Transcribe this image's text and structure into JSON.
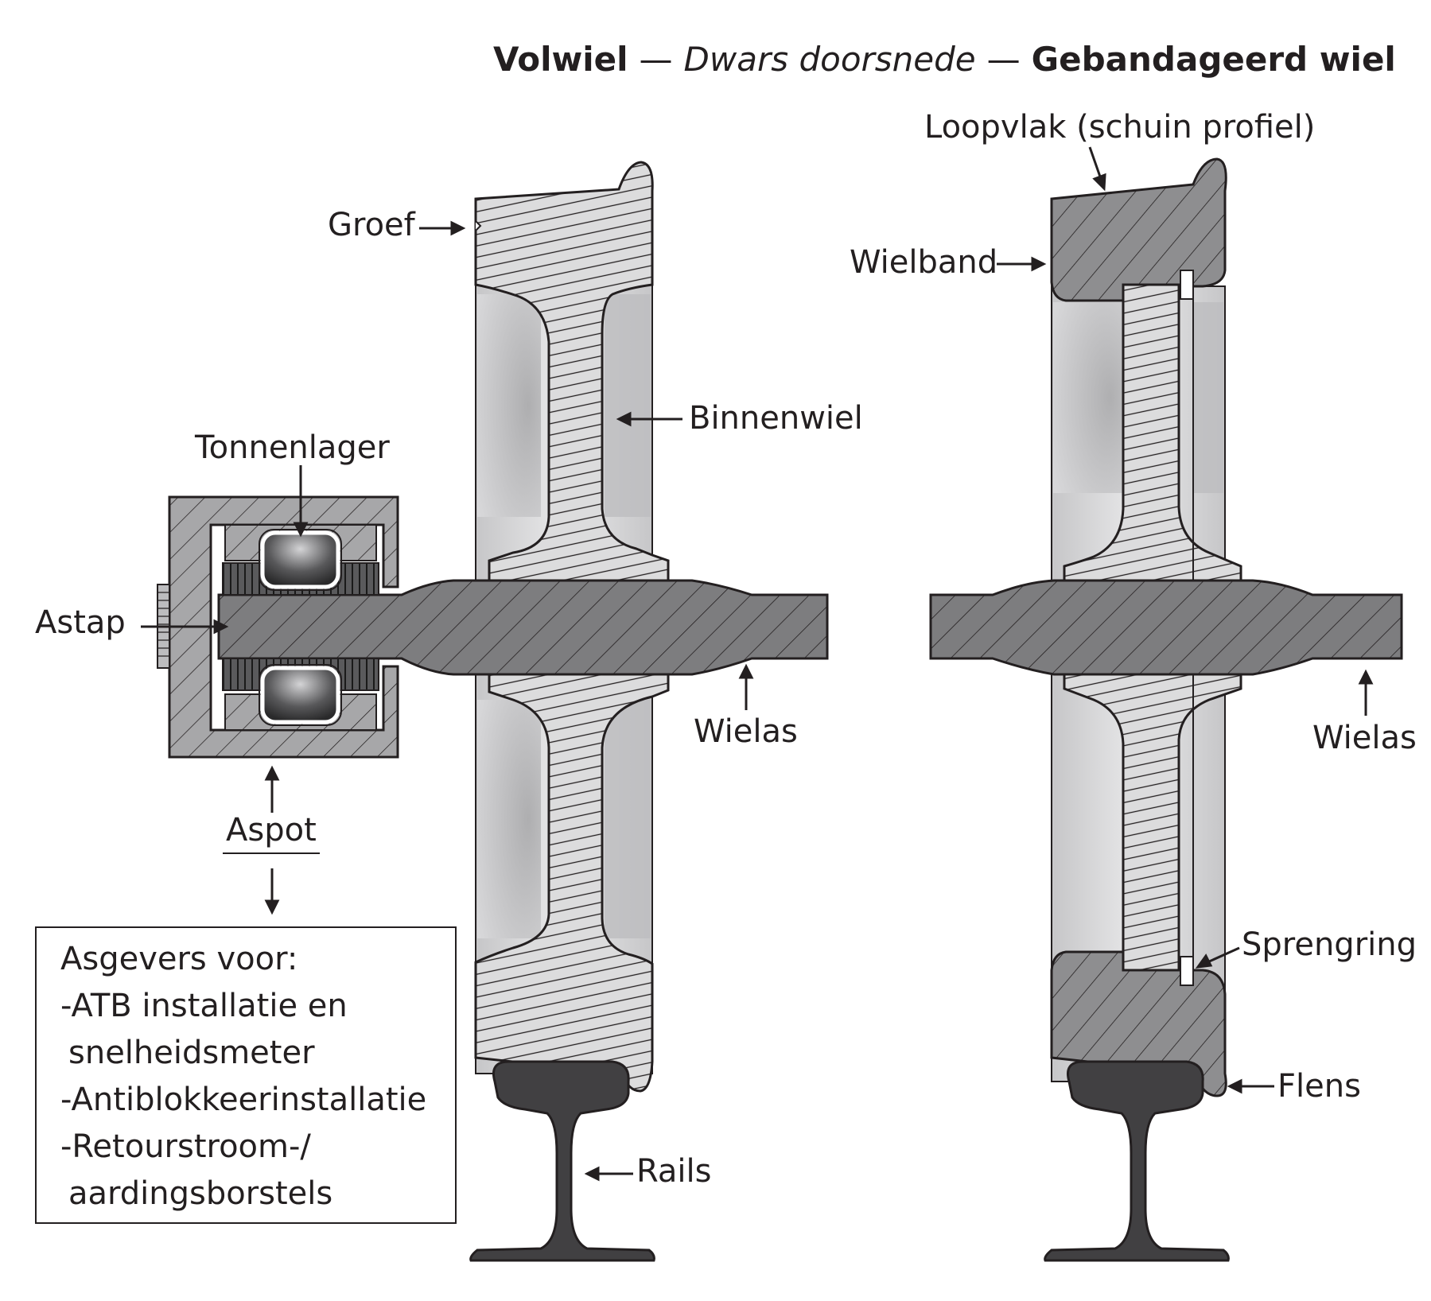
{
  "title": {
    "left": "Volwiel",
    "dash": "—",
    "middle": "Dwars doorsnede",
    "right": "Gebandageerd wiel"
  },
  "labels": {
    "groef": "Groef",
    "binnenwiel": "Binnenwiel",
    "tonnenlager": "Tonnenlager",
    "astap": "Astap",
    "wielas_left": "Wielas",
    "aspot": "Aspot",
    "rails": "Rails",
    "loopvlak": "Loopvlak (schuin profiel)",
    "wielband": "Wielband",
    "wielas_right": "Wielas",
    "sprengring": "Sprengring",
    "flens": "Flens"
  },
  "note": {
    "lines": [
      "Asgevers voor:",
      "-ATB installatie en",
      " snelheidsmeter",
      "-Antiblokkeerinstallatie",
      "-Retourstroom-/",
      " aardingsborstels"
    ]
  },
  "colors": {
    "ink": "#231f20",
    "hatch_fill": "#dcdcdd",
    "dark_fill": "#7a7a7c",
    "rail": "#414042"
  }
}
